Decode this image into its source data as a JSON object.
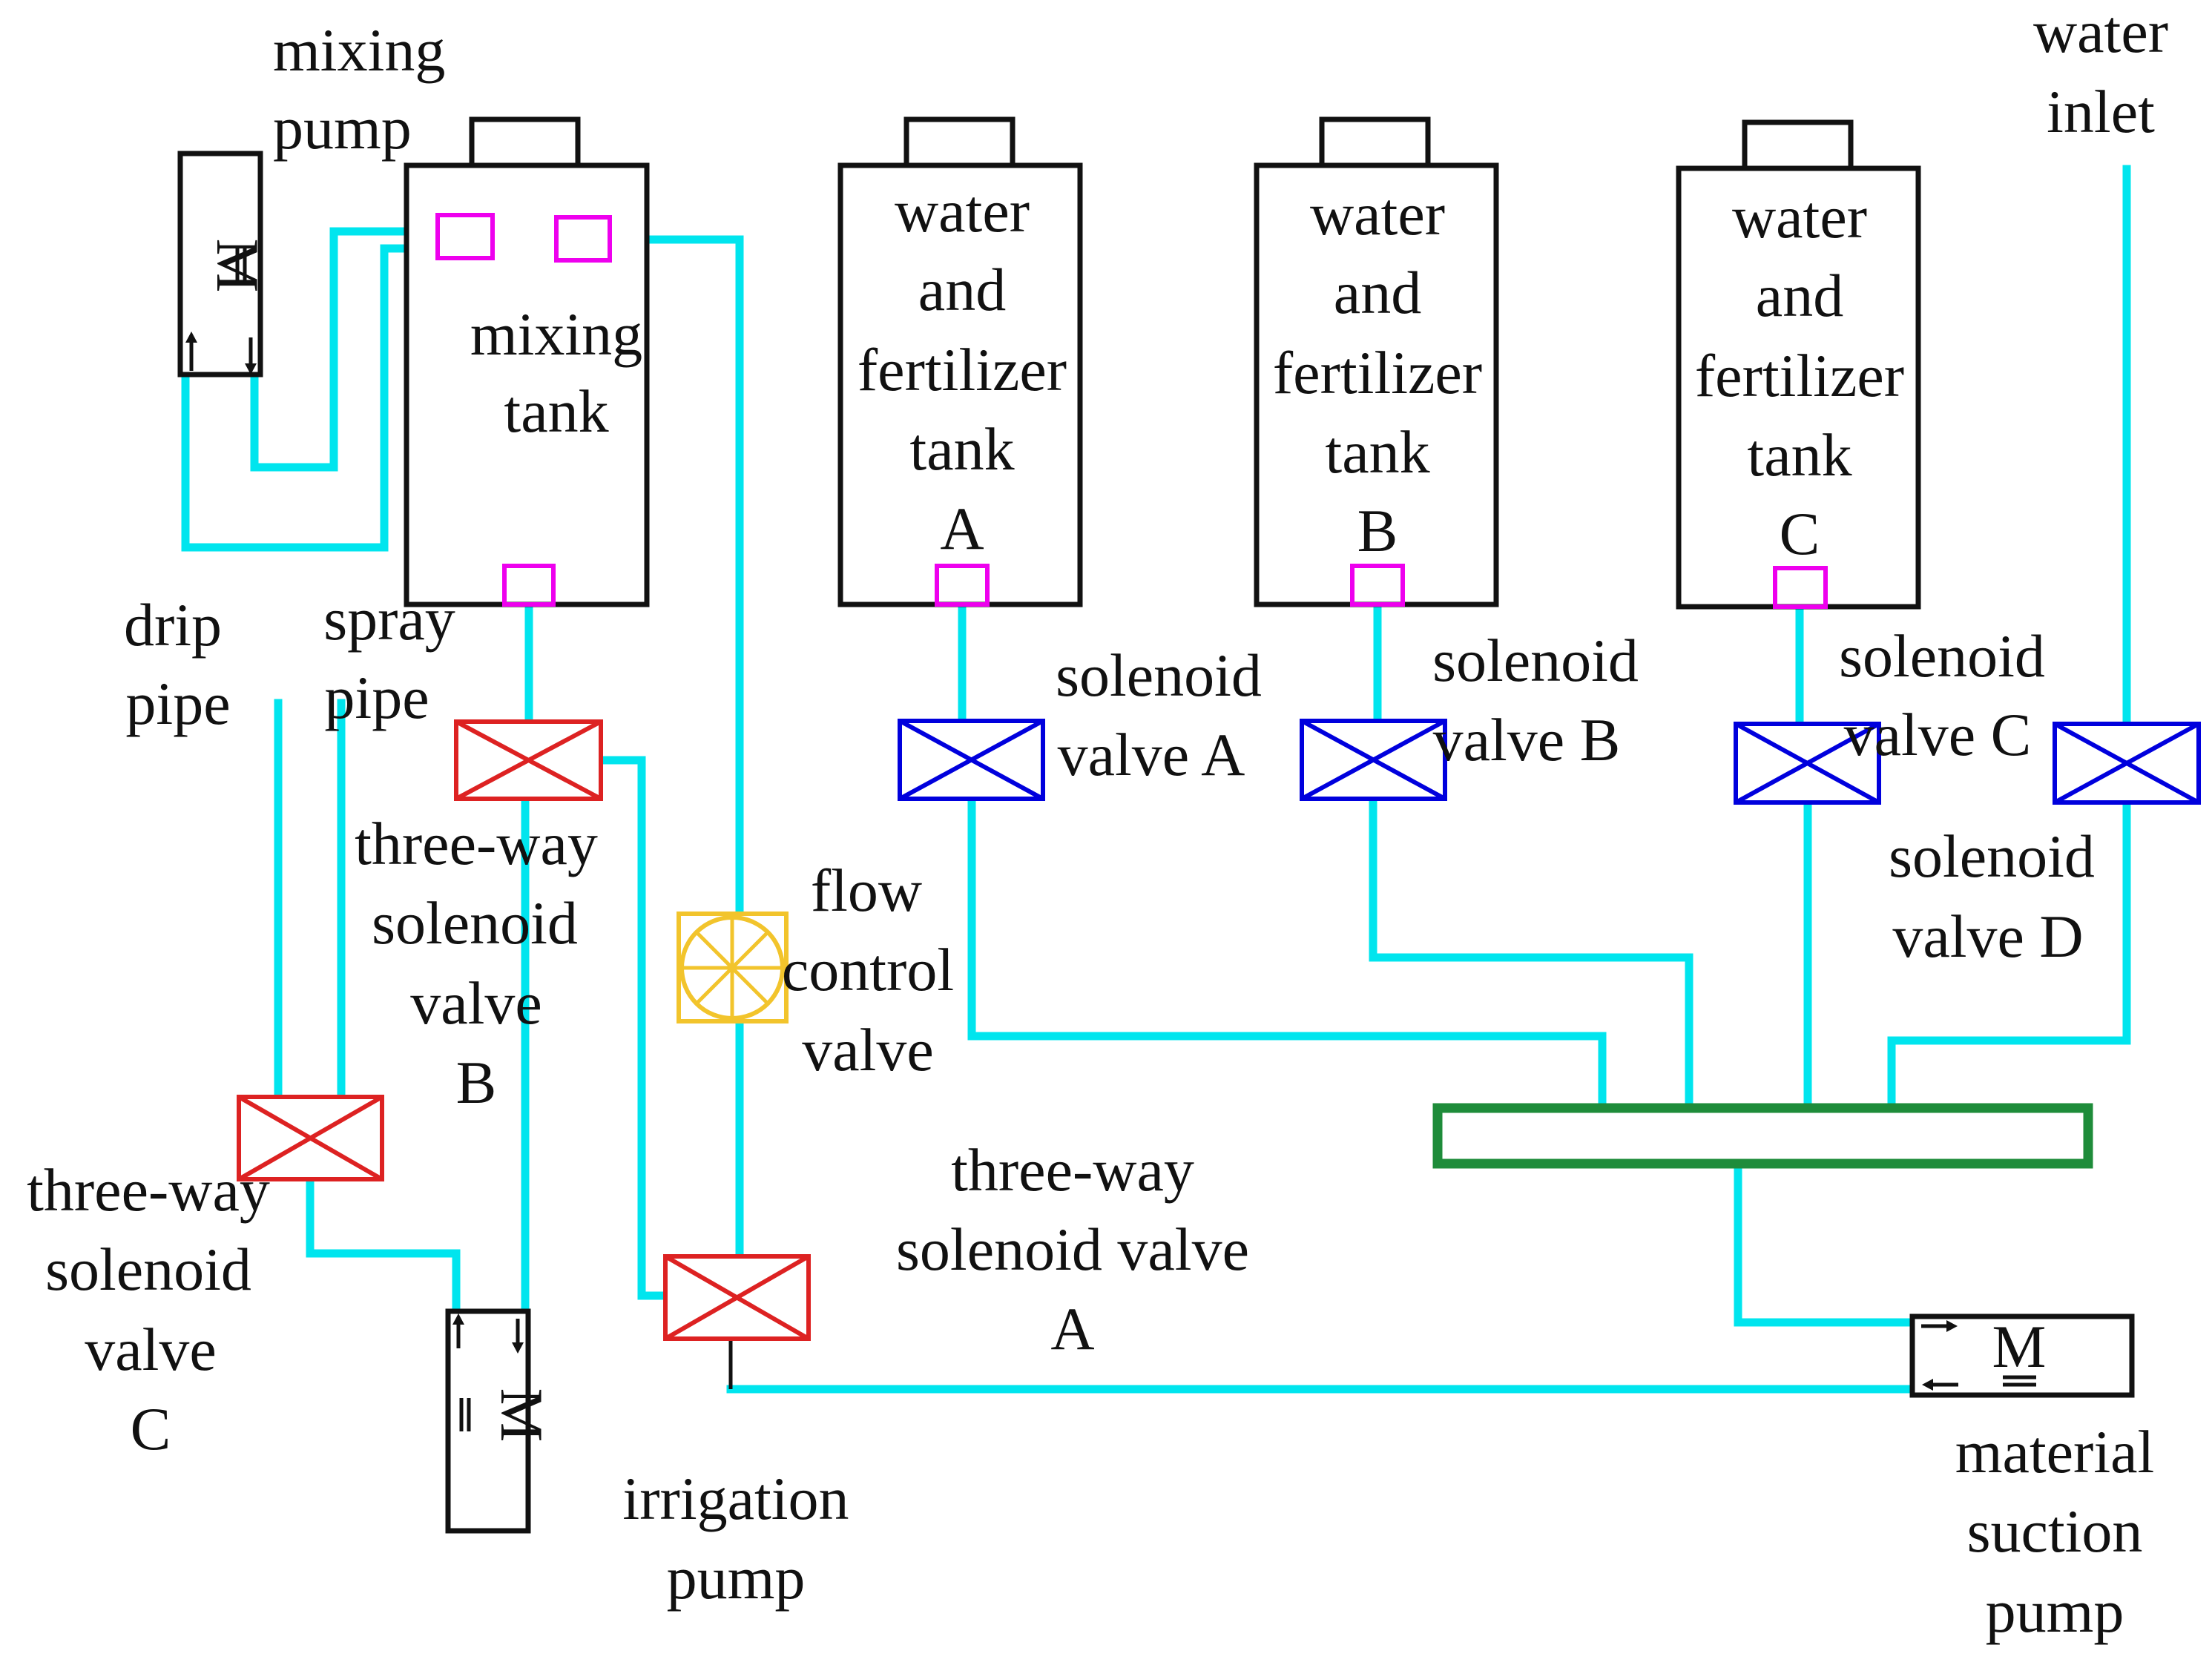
{
  "colors": {
    "pipe": "#00E5EE",
    "tank_outline": "#111111",
    "connector": "#EE00EE",
    "solenoid_valve": "#0000DD",
    "three_way_valve": "#DD2222",
    "flow_control_valve": "#F2C42C",
    "manifold": "#1E8C3A",
    "background": "#FFFFFF"
  },
  "icons": {
    "motor": "motor-icon",
    "valve_cross": "valve-cross-icon",
    "flow_valve": "flow-valve-icon",
    "flow_arrow": "arrow-icon"
  },
  "labels": {
    "mixing_pump": [
      "mixing",
      "pump"
    ],
    "mixing_tank": [
      "mixing",
      "tank"
    ],
    "tank_a": [
      "water",
      "and",
      "fertilizer",
      "tank",
      "A"
    ],
    "tank_b": [
      "water",
      "and",
      "fertilizer",
      "tank",
      "B"
    ],
    "tank_c": [
      "water",
      "and",
      "fertilizer",
      "tank",
      "C"
    ],
    "water_inlet": [
      "water",
      "inlet"
    ],
    "drip_pipe": [
      "drip",
      "pipe"
    ],
    "spray_pipe": [
      "spray",
      "pipe"
    ],
    "solenoid_valve_a": [
      "solenoid",
      "valve A"
    ],
    "solenoid_valve_b": [
      "solenoid",
      "valve B"
    ],
    "solenoid_valve_c": [
      "solenoid",
      "valve C"
    ],
    "solenoid_valve_d": [
      "solenoid",
      "valve D"
    ],
    "three_way_valve_b": [
      "three-way",
      "solenoid",
      "valve",
      "B"
    ],
    "three_way_valve_a": [
      "three-way",
      "solenoid valve",
      "A"
    ],
    "three_way_valve_c": [
      "three-way",
      "solenoid",
      "valve",
      "C"
    ],
    "flow_control_valve": [
      "flow",
      "control",
      "valve"
    ],
    "irrigation_pump": [
      "irrigation",
      "pump"
    ],
    "material_suction_pump": [
      "material",
      "suction",
      "pump"
    ],
    "motor_symbol": "M"
  }
}
